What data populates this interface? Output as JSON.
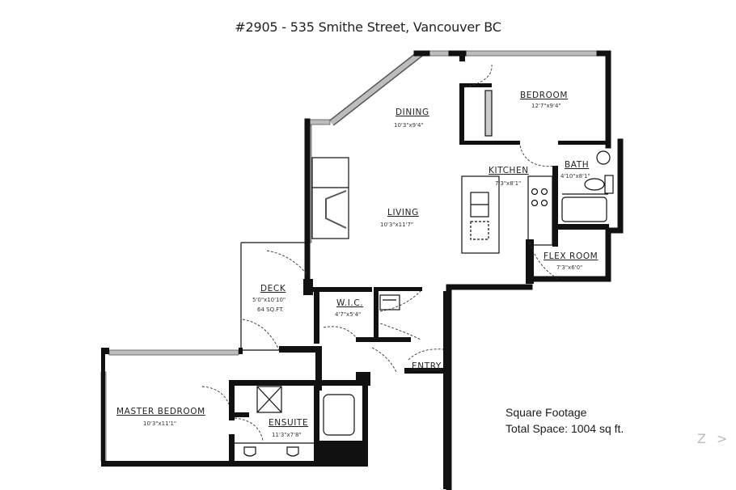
{
  "title": "#2905 - 535 Smithe Street, Vancouver BC",
  "rooms": {
    "bedroom": {
      "name": "BEDROOM",
      "dim": "12'7\"x9'4\""
    },
    "dining": {
      "name": "DINING",
      "dim": "10'3\"x9'4\""
    },
    "kitchen": {
      "name": "KITCHEN",
      "dim": "7'3\"x8'1\""
    },
    "bath": {
      "name": "BATH",
      "dim": "4'10\"x8'1\""
    },
    "living": {
      "name": "LIVING",
      "dim": "10'3\"x11'7\""
    },
    "flex": {
      "name": "FLEX ROOM",
      "dim": "7'3\"x6'0\""
    },
    "deck": {
      "name": "DECK",
      "dim": "5'0\"x10'10\"",
      "area": "64 SQ.FT."
    },
    "wic": {
      "name": "W.I.C.",
      "dim": "4'7\"x5'4\""
    },
    "entry": {
      "name": "ENTRY"
    },
    "master": {
      "name": "MASTER BEDROOM",
      "dim": "10'3\"x11'1\""
    },
    "ensuite": {
      "name": "ENSUITE",
      "dim": "11'3\"x7'8\""
    }
  },
  "footage": {
    "heading": "Square Footage",
    "total": "Total Space: 1004 sq ft."
  },
  "nav": {
    "glyph": "Z >"
  }
}
